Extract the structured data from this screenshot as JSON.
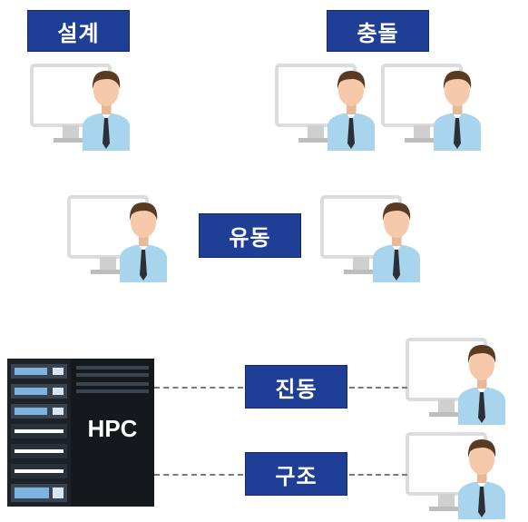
{
  "labels": {
    "design": "설계",
    "collision": "충돌",
    "flow": "유동",
    "vibration": "진동",
    "structure": "구조"
  },
  "server": {
    "label": "HPC"
  },
  "colors": {
    "label_bg": "#1f3f96",
    "server_body": "#1d2128",
    "monitor_frame": "#e6e6e6",
    "shirt": "#a9d4ee",
    "hair": "#5a3a22",
    "skin": "#f5c9a9",
    "tie": "#2d2f36",
    "connector": "#7a7a7a"
  }
}
